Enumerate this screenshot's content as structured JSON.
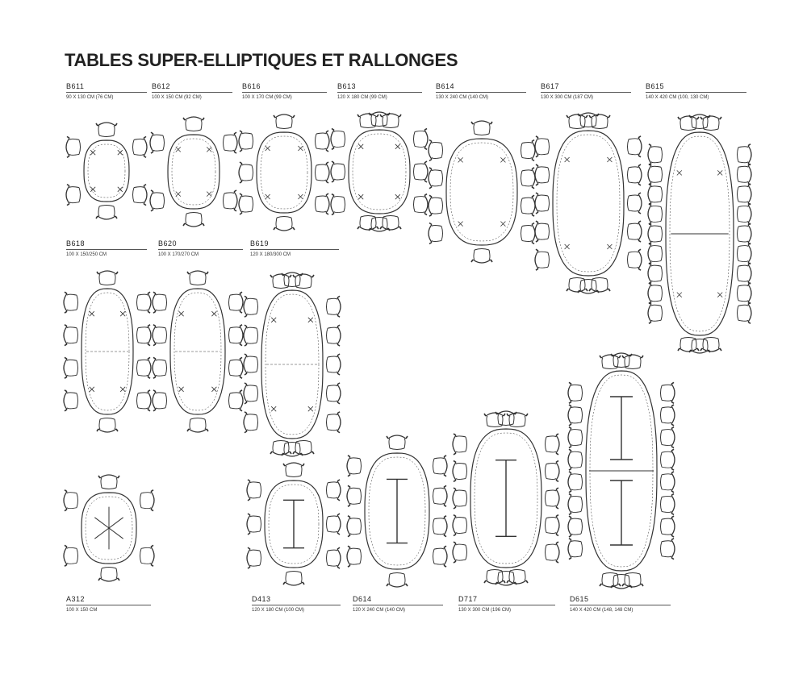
{
  "page": {
    "title": "TABLES SUPER-ELLIPTIQUES ET RALLONGES"
  },
  "tables": [
    {
      "code": "B611",
      "dims": "90 X 130 CM (76 CM)"
    },
    {
      "code": "B612",
      "dims": "100 X 150 CM (92 CM)"
    },
    {
      "code": "B616",
      "dims": "100 X 170 CM (99 CM)"
    },
    {
      "code": "B613",
      "dims": "120 X 180 CM (99 CM)"
    },
    {
      "code": "B614",
      "dims": "130 X 240 CM (140 CM)"
    },
    {
      "code": "B617",
      "dims": "130 X 300 CM (187 CM)"
    },
    {
      "code": "B615",
      "dims": "140 X 420 CM (100, 130 CM)"
    },
    {
      "code": "B618",
      "dims": "100 X 150/250 CM"
    },
    {
      "code": "B620",
      "dims": "100 X 170/270 CM"
    },
    {
      "code": "B619",
      "dims": "120 X 180/300 CM"
    },
    {
      "code": "A312",
      "dims": "100 X 150 CM"
    },
    {
      "code": "D413",
      "dims": "120 X 180 CM (100 CM)"
    },
    {
      "code": "D614",
      "dims": "120 X 240 CM (140 CM)"
    },
    {
      "code": "D717",
      "dims": "130 X 300 CM (196 CM)"
    },
    {
      "code": "D615",
      "dims": "140 X 420 CM (148, 148 CM)"
    }
  ],
  "colors": {
    "line": "#333333",
    "text": "#222222"
  }
}
